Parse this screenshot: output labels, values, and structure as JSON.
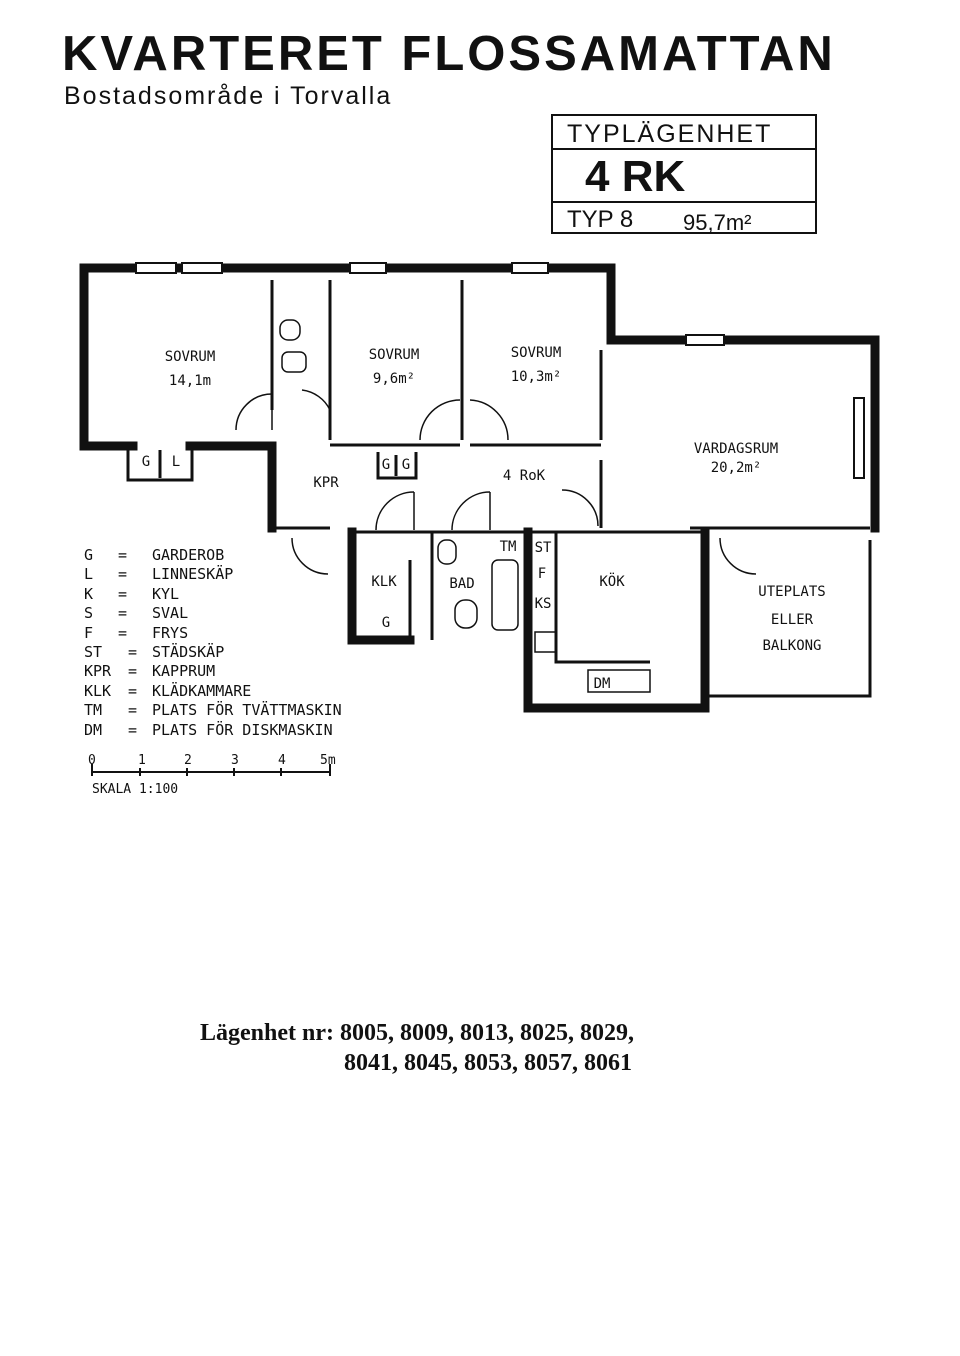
{
  "header": {
    "title": "KVARTERET FLOSSAMATTAN",
    "subtitle": "Bostadsområde i Torvalla"
  },
  "type_box": {
    "label": "TYPLÄGENHET",
    "code": "4 RK",
    "type": "TYP 8",
    "area": "95,7m²"
  },
  "rooms": {
    "sovrum1": {
      "name": "SOVRUM",
      "area": "14,1m"
    },
    "sovrum2": {
      "name": "SOVRUM",
      "area": "9,6m²"
    },
    "sovrum3": {
      "name": "SOVRUM",
      "area": "10,3m²"
    },
    "vardagsrum": {
      "name": "VARDAGSRUM",
      "area": "20,2m²"
    },
    "hall": "4 RoK",
    "kpr": "KPR",
    "klk": "KLK",
    "bad": "BAD",
    "kok": "KÖK",
    "uteplats": [
      "UTEPLATS",
      "ELLER",
      "BALKONG"
    ],
    "marks": {
      "g": "G",
      "l": "L",
      "tm": "TM",
      "st": "ST",
      "f": "F",
      "ks": "KS",
      "dm": "DM"
    }
  },
  "legend": [
    {
      "code": "G",
      "text": "GARDEROB"
    },
    {
      "code": "L",
      "text": "LINNESKÄP"
    },
    {
      "code": "K",
      "text": "KYL"
    },
    {
      "code": "S",
      "text": "SVAL"
    },
    {
      "code": "F",
      "text": "FRYS"
    },
    {
      "code": "ST",
      "text": "STÄDSKÄP"
    },
    {
      "code": "KPR",
      "text": "KAPPRUM"
    },
    {
      "code": "KLK",
      "text": "KLÄDKAMMARE"
    },
    {
      "code": "TM",
      "text": "PLATS FÖR TVÄTTMASKIN"
    },
    {
      "code": "DM",
      "text": "PLATS FÖR DISKMASKIN"
    }
  ],
  "scale": {
    "ticks": [
      "0",
      "1",
      "2",
      "3",
      "4",
      "5m"
    ],
    "label": "SKALA 1:100"
  },
  "footer": {
    "line1": "Lägenhet nr: 8005, 8009, 8013, 8025, 8029,",
    "line2": "8041, 8045, 8053, 8057, 8061"
  }
}
